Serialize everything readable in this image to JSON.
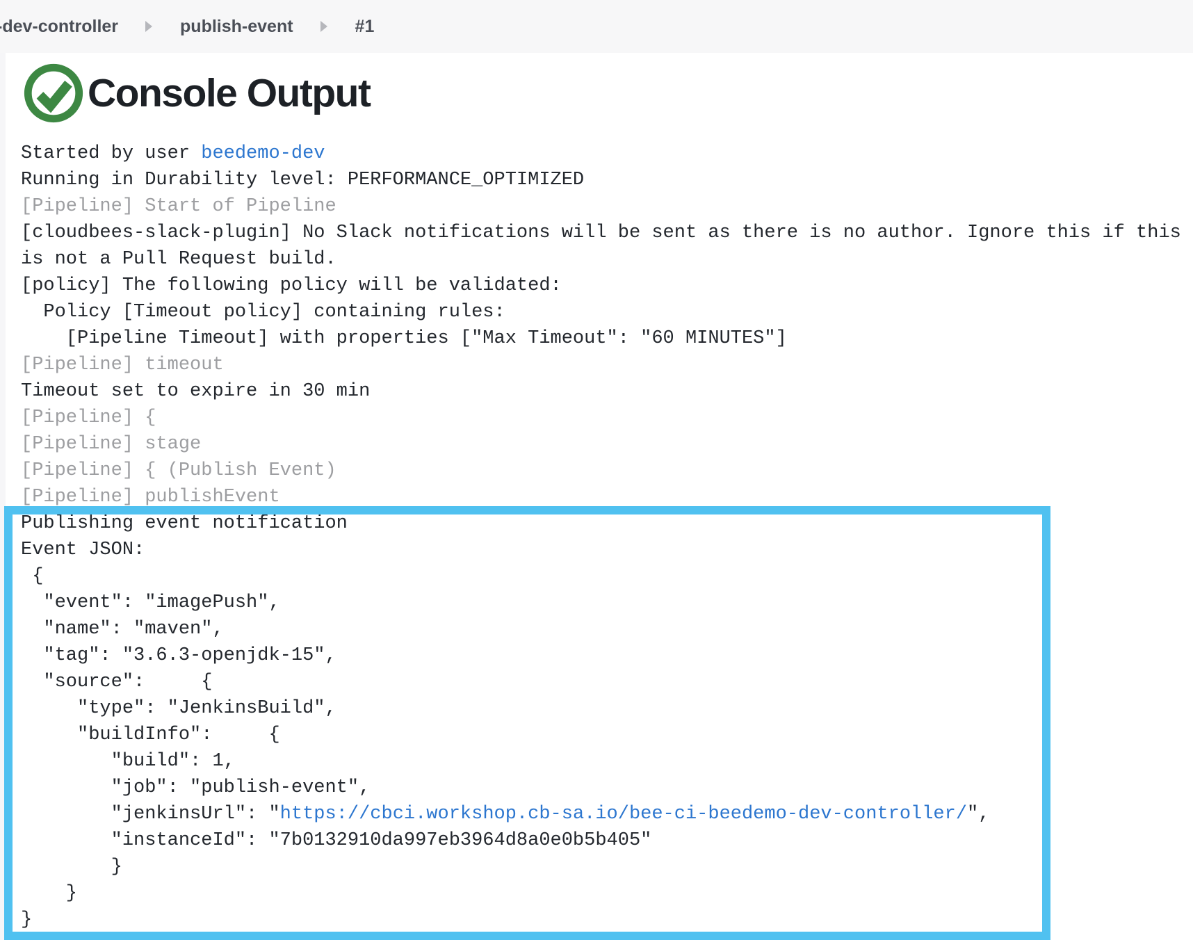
{
  "breadcrumb": {
    "items": [
      "-dev-controller",
      "publish-event",
      "#1"
    ],
    "separator_icon": "chevron-right-icon"
  },
  "header": {
    "title": "Console Output",
    "status": "success",
    "status_icon": "check-circle-icon"
  },
  "colors": {
    "success_green": "#3d8843",
    "highlight_blue": "#50c1f0",
    "link_blue": "#2c76cf",
    "muted_gray": "#9d9ea1",
    "text_dark": "#23272d",
    "topbar_bg": "#f7f7f8"
  },
  "console": {
    "lines": [
      {
        "parts": [
          {
            "t": "Started by user ",
            "s": "plain"
          },
          {
            "t": "beedemo-dev",
            "s": "link"
          }
        ]
      },
      {
        "parts": [
          {
            "t": "Running in Durability level: PERFORMANCE_OPTIMIZED",
            "s": "plain"
          }
        ]
      },
      {
        "parts": [
          {
            "t": "[Pipeline] Start of Pipeline",
            "s": "muted"
          }
        ]
      },
      {
        "parts": [
          {
            "t": "[cloudbees-slack-plugin] No Slack notifications will be sent as there is no author. Ignore this if this",
            "s": "plain"
          }
        ]
      },
      {
        "parts": [
          {
            "t": "is not a Pull Request build.",
            "s": "plain"
          }
        ]
      },
      {
        "parts": [
          {
            "t": "[policy] The following policy will be validated:",
            "s": "plain"
          }
        ]
      },
      {
        "parts": [
          {
            "t": "  Policy [Timeout policy] containing rules:",
            "s": "plain"
          }
        ]
      },
      {
        "parts": [
          {
            "t": "    [Pipeline Timeout] with properties [\"Max Timeout\": \"60 MINUTES\"]",
            "s": "plain"
          }
        ]
      },
      {
        "parts": [
          {
            "t": "[Pipeline] timeout",
            "s": "muted"
          }
        ]
      },
      {
        "parts": [
          {
            "t": "Timeout set to expire in 30 min",
            "s": "plain"
          }
        ]
      },
      {
        "parts": [
          {
            "t": "[Pipeline] {",
            "s": "muted"
          }
        ]
      },
      {
        "parts": [
          {
            "t": "[Pipeline] stage",
            "s": "muted"
          }
        ]
      },
      {
        "parts": [
          {
            "t": "[Pipeline] { (Publish Event)",
            "s": "muted"
          }
        ]
      },
      {
        "parts": [
          {
            "t": "[Pipeline] publishEvent",
            "s": "muted"
          }
        ]
      },
      {
        "parts": [
          {
            "t": "Publishing event notification",
            "s": "plain"
          }
        ]
      },
      {
        "parts": [
          {
            "t": "Event JSON:",
            "s": "plain"
          }
        ]
      },
      {
        "parts": [
          {
            "t": " {",
            "s": "plain"
          }
        ]
      },
      {
        "parts": [
          {
            "t": "  \"event\": \"imagePush\",",
            "s": "plain"
          }
        ]
      },
      {
        "parts": [
          {
            "t": "  \"name\": \"maven\",",
            "s": "plain"
          }
        ]
      },
      {
        "parts": [
          {
            "t": "  \"tag\": \"3.6.3-openjdk-15\",",
            "s": "plain"
          }
        ]
      },
      {
        "parts": [
          {
            "t": "  \"source\":     {",
            "s": "plain"
          }
        ]
      },
      {
        "parts": [
          {
            "t": "     \"type\": \"JenkinsBuild\",",
            "s": "plain"
          }
        ]
      },
      {
        "parts": [
          {
            "t": "     \"buildInfo\":     {",
            "s": "plain"
          }
        ]
      },
      {
        "parts": [
          {
            "t": "        \"build\": 1,",
            "s": "plain"
          }
        ]
      },
      {
        "parts": [
          {
            "t": "        \"job\": \"publish-event\",",
            "s": "plain"
          }
        ]
      },
      {
        "parts": [
          {
            "t": "        \"jenkinsUrl\": \"",
            "s": "plain"
          },
          {
            "t": "https://cbci.workshop.cb-sa.io/bee-ci-beedemo-dev-controller/",
            "s": "link"
          },
          {
            "t": "\",",
            "s": "plain"
          }
        ]
      },
      {
        "parts": [
          {
            "t": "        \"instanceId\": \"7b0132910da997eb3964d8a0e0b5b405\"",
            "s": "plain"
          }
        ]
      },
      {
        "parts": [
          {
            "t": "        }",
            "s": "plain"
          }
        ]
      },
      {
        "parts": [
          {
            "t": "    }",
            "s": "plain"
          }
        ]
      },
      {
        "parts": [
          {
            "t": "}",
            "s": "plain"
          }
        ]
      }
    ]
  },
  "annotation": {
    "purpose": "highlights published event JSON block"
  }
}
